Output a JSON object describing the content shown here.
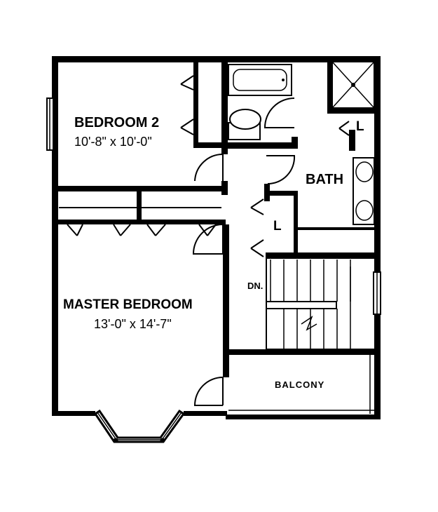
{
  "rooms": {
    "bedroom2": {
      "name": "BEDROOM 2",
      "size": "10'-8\" x 10'-0\""
    },
    "master": {
      "name": "MASTER BEDROOM",
      "size": "13'-0\" x 14'-7\""
    },
    "bath": {
      "name": "BATH"
    },
    "balcony": {
      "name": "BALCONY"
    }
  },
  "closets": {
    "bath_linen": "L",
    "hall_linen": "L"
  },
  "stairs": {
    "down": "DN."
  }
}
